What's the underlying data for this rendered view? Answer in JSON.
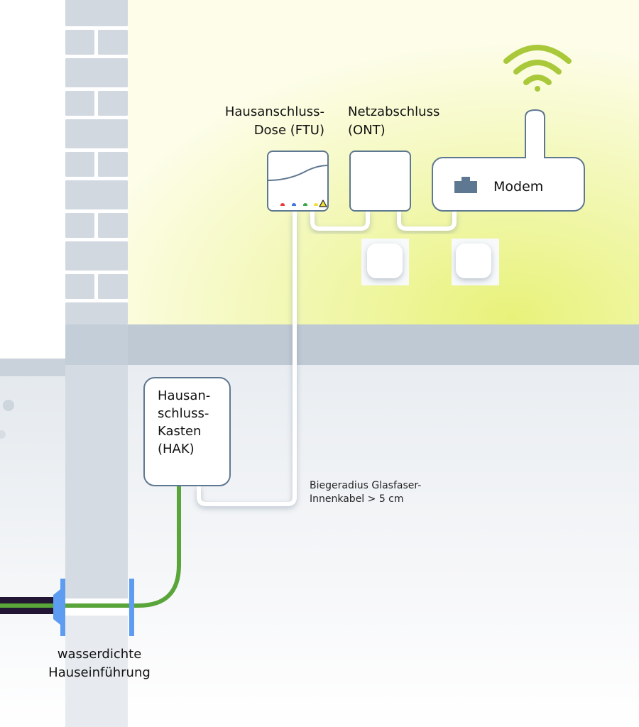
{
  "title": "Glasfaser-Hausanschluss Schema",
  "colors": {
    "room_glow": "#e8f27a",
    "wall": "#d1d8e0",
    "ceiling": "#bfc9d3",
    "basement": "#eef1f4",
    "device_border": "#5f7891",
    "fiber_outdoor": "#221634",
    "fiber_green": "#5aa53a",
    "seal_blue": "#5d9cf0",
    "wifi": "#a9c83a",
    "led_red": "#e8393a",
    "led_blue": "#3f74e6",
    "led_green": "#3aa54a",
    "led_yellow": "#f2e03a"
  },
  "labels": {
    "ftu": "Hausanschluss-\nDose (FTU)",
    "ont": "Netzabschluss\n(ONT)",
    "modem": "Modem",
    "hak": "Hausan-\nschluss-\nKasten\n(HAK)",
    "bend_radius": "Biegeradius Glasfaser-\nInnenkabel > 5 cm",
    "entry": "wasserdichte\nHauseinführung"
  },
  "icons": {
    "wifi": "wifi-icon",
    "ethernet_port": "ethernet-port-icon",
    "warning": "warning-triangle-icon",
    "ftu_leds": [
      "red",
      "blue",
      "green",
      "yellow"
    ]
  }
}
